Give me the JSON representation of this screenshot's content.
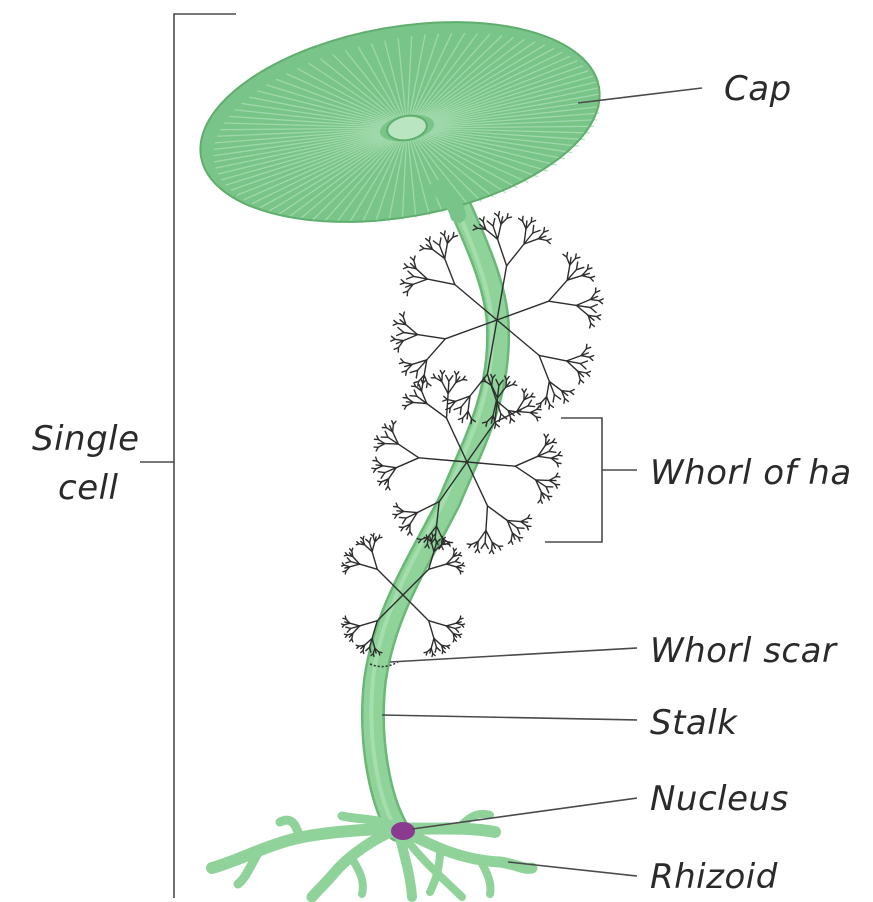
{
  "labels": {
    "cap": "Cap",
    "single_cell_line1": "Single",
    "single_cell_line2": "cell",
    "whorl_of_hairs": "Whorl of ha",
    "whorl_scar": "Whorl scar",
    "stalk": "Stalk",
    "nucleus": "Nucleus",
    "rhizoid": "Rhizoid"
  },
  "colors": {
    "cap_fill": "#79c488",
    "cap_rib": "#a6dcb0",
    "stalk_fill": "#8fd39a",
    "stalk_edge": "#6ab877",
    "nucleus": "#8b3b8f",
    "hair_line": "#2d2d2d"
  }
}
